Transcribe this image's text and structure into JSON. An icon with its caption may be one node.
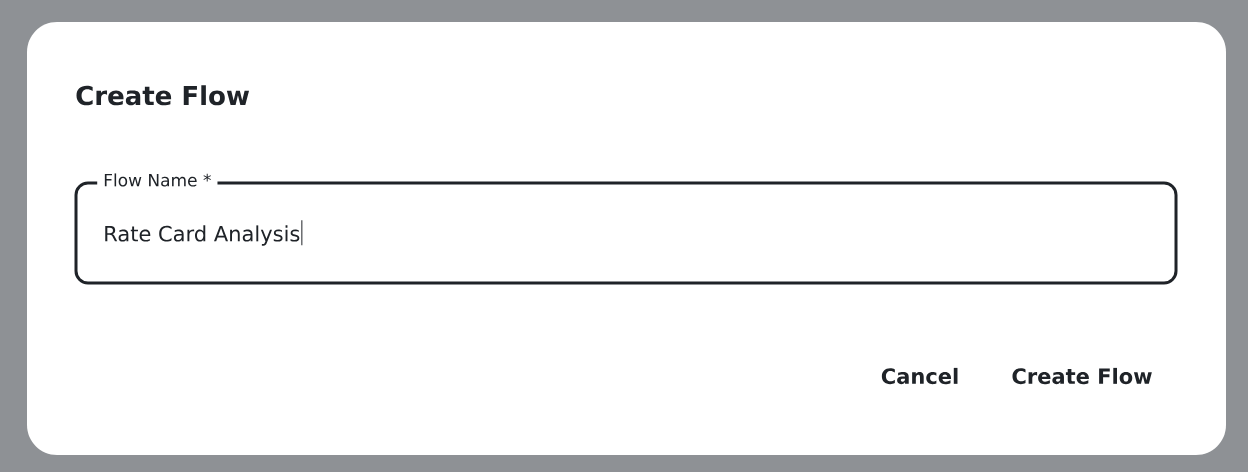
{
  "diagram": {
    "nodes": [
      {
        "text": [
          "Create Flow"
        ]
      },
      {
        "text": [
          "Flow Name *",
          "Rate Card Analysis"
        ],
        "in": 0
      },
      {
        "text": [
          "Cancel"
        ],
        "in": 0
      },
      {
        "text": [
          "Create Flow"
        ],
        "in": 0
      }
    ]
  }
}
